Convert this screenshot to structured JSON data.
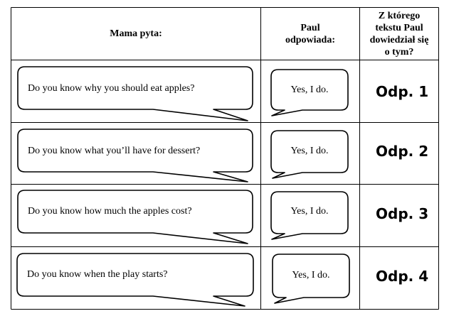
{
  "headers": {
    "question": "Mama pyta:",
    "answer": "Paul odpowiada:",
    "source": "Z którego tekstu Paul dowiedział się o tym?"
  },
  "rows": [
    {
      "question": "Do you know why you should eat apples?",
      "answer": "Yes, I do.",
      "source": "Odp. 1"
    },
    {
      "question": "Do you know what you’ll have for dessert?",
      "answer": "Yes, I do.",
      "source": "Odp. 2"
    },
    {
      "question": "Do you know how much the apples cost?",
      "answer": "Yes, I do.",
      "source": "Odp. 3"
    },
    {
      "question": "Do you know when the play starts?",
      "answer": "Yes, I do.",
      "source": "Odp. 4"
    }
  ]
}
